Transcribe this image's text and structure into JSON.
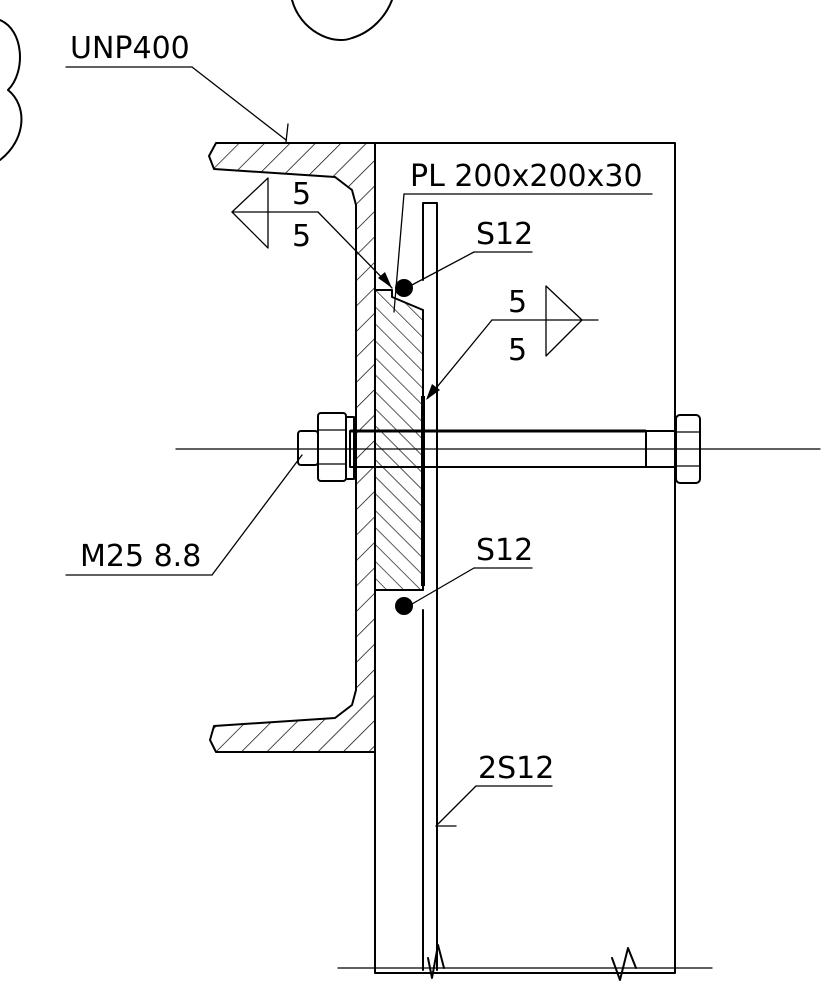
{
  "labels": {
    "channel_section": "UNP400",
    "plate": "PL 200x200x30",
    "weld_upper": "S12",
    "weld_lower": "S12",
    "weld_double": "2S12",
    "bolt": "M25 8.8",
    "fillet_left_top": "5",
    "fillet_left_bottom": "5",
    "fillet_right_top": "5",
    "fillet_right_bottom": "5"
  },
  "colors": {
    "line": "#000000",
    "background": "#ffffff"
  }
}
